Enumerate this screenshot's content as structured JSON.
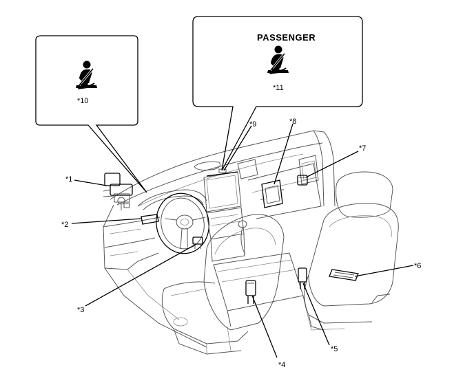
{
  "callouts": {
    "c1": "*1",
    "c2": "*2",
    "c3": "*3",
    "c4": "*4",
    "c5": "*5",
    "c6": "*6",
    "c7": "*7",
    "c8": "*8",
    "c9": "*9",
    "c10": "*10",
    "c11": "*11"
  },
  "passenger_box": {
    "title": "PASSENGER"
  },
  "icons": {
    "driver_indicator": "seatbelt-reminder-icon",
    "passenger_indicator": "seatbelt-reminder-icon"
  },
  "colors": {
    "line": "#000000",
    "drawing": "#555555",
    "background": "#ffffff"
  }
}
